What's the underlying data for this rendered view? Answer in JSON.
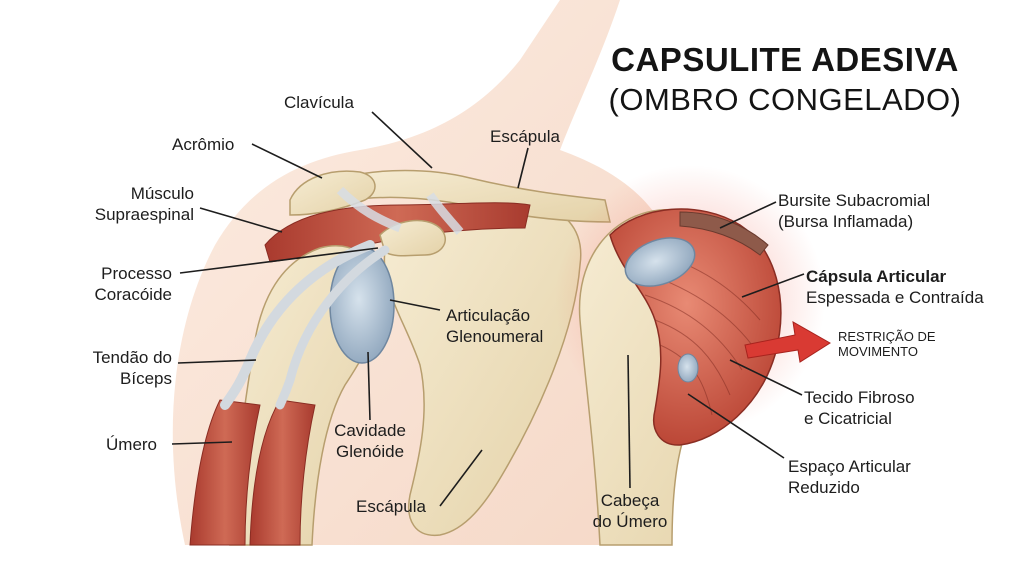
{
  "title": {
    "line1": "CAPSULITE ADESIVA",
    "line2": "(OMBRO CONGELADO)"
  },
  "left_labels": {
    "clavicula": "Clavícula",
    "acromio": "Acrômio",
    "escapula_top": "Escápula",
    "musculo_line1": "Músculo",
    "musculo_line2": "Supraespinal",
    "processo_line1": "Processo",
    "processo_line2": "Coracóide",
    "tendao_line1": "Tendão do",
    "tendao_line2": "Bíceps",
    "umero": "Úmero",
    "articulacao_line1": "Articulação",
    "articulacao_line2": "Glenoumeral",
    "cavidade_line1": "Cavidade",
    "cavidade_line2": "Glenóide",
    "escapula_bottom": "Escápula"
  },
  "right_labels": {
    "bursite_line1": "Bursite Subacromial",
    "bursite_line2": "(Bursa Inflamada)",
    "capsula_line1": "Cápsula Articular",
    "capsula_line2": "Espessada e Contraída",
    "restricao_line1": "RESTRIÇÃO DE",
    "restricao_line2": "MOVIMENTO",
    "tecido_line1": "Tecido Fibroso",
    "tecido_line2": "e Cicatricial",
    "espaco_line1": "Espaço Articular",
    "espaco_line2": "Reduzido",
    "cabeca_line1": "Cabeça",
    "cabeca_line2": "do Úmero"
  },
  "colors": {
    "muscle": "#b8483a",
    "bone": "#efe3c3",
    "cartilage": "#b7c8d8",
    "skin": "#f6d8c6",
    "inflammation": "#e23a2e",
    "arrow": "#d93a33"
  }
}
